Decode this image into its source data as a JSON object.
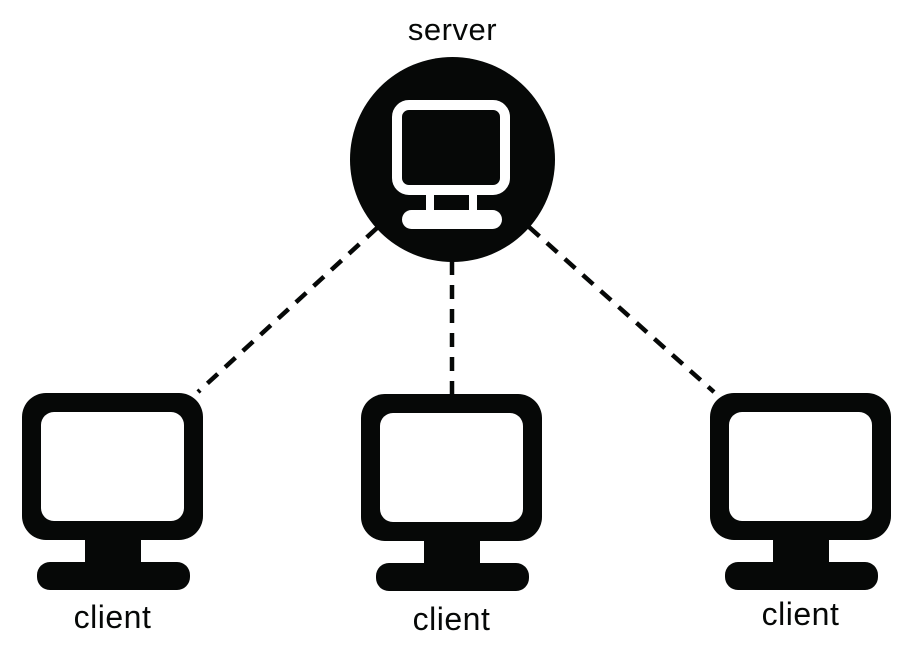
{
  "colors": {
    "ink": "#060807",
    "background": "#ffffff"
  },
  "server": {
    "label": "server"
  },
  "clients": [
    {
      "label": "client"
    },
    {
      "label": "client"
    },
    {
      "label": "client"
    }
  ],
  "connections": [
    {
      "from": "server",
      "to": "client-1",
      "style": "dashed"
    },
    {
      "from": "server",
      "to": "client-2",
      "style": "dashed"
    },
    {
      "from": "server",
      "to": "client-3",
      "style": "dashed"
    }
  ]
}
